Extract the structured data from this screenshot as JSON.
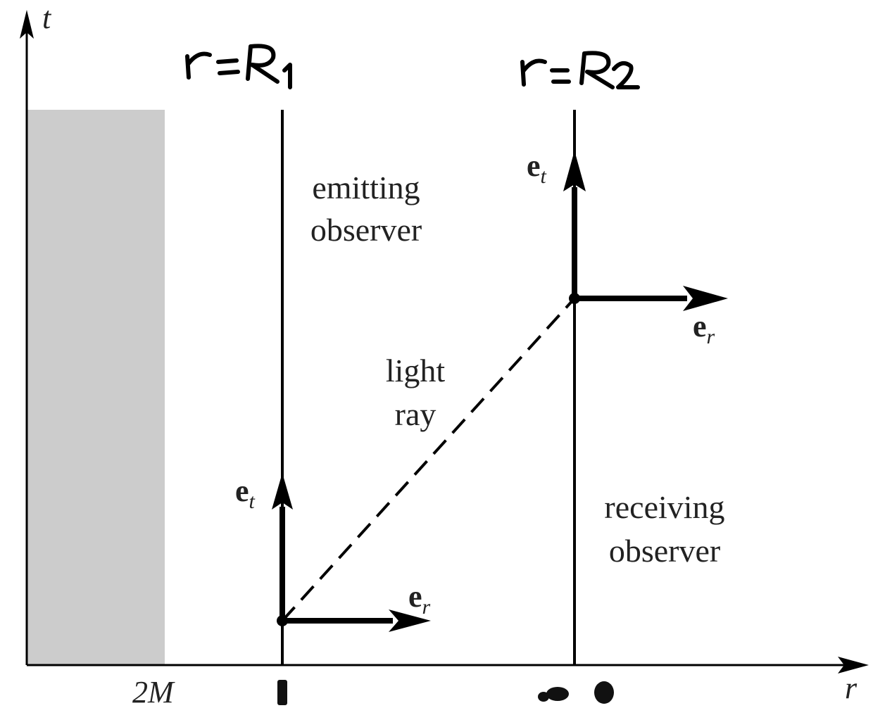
{
  "axes": {
    "t_label": "t",
    "r_label": "r",
    "horizon_label": "2M"
  },
  "handwritten": {
    "r1_label": "r=R1",
    "r2_label": "r=R2"
  },
  "labels": {
    "emitting_line1": "emitting",
    "emitting_line2": "observer",
    "receiving_line1": "receiving",
    "receiving_line2": "observer",
    "light_line1": "light",
    "light_line2": "ray"
  },
  "vectors": {
    "e_bold": "e",
    "t_sub": "t",
    "r_sub": "r"
  },
  "colors": {
    "horizon_region": "#cccccc",
    "ink": "#000000",
    "text": "#222222"
  }
}
